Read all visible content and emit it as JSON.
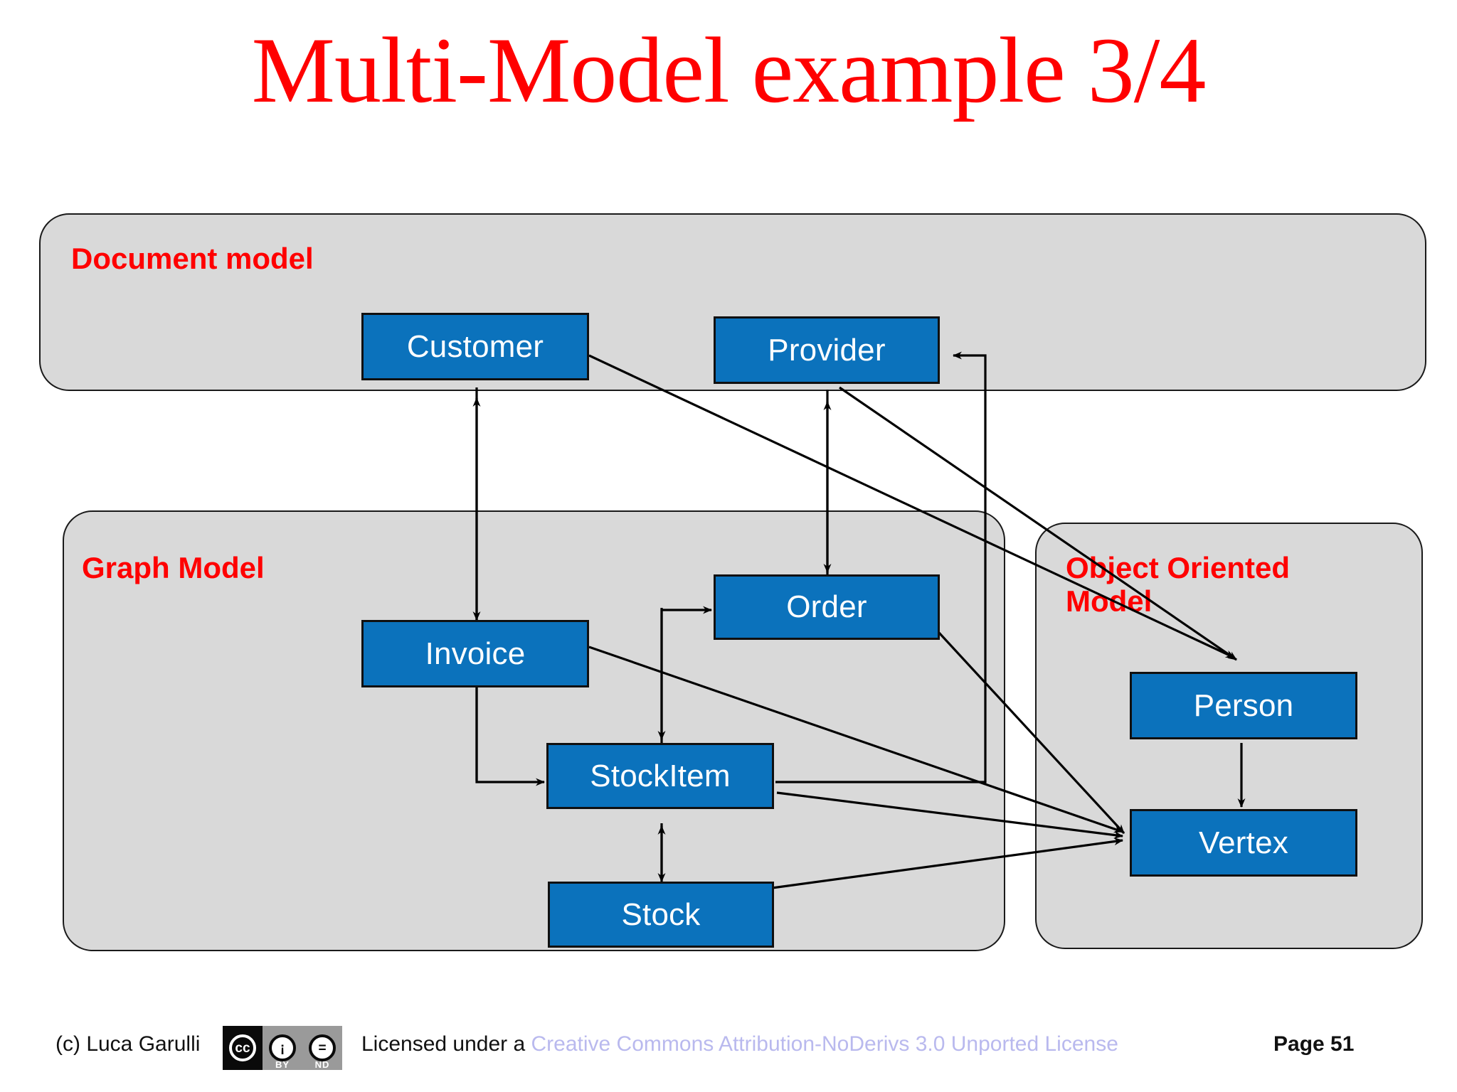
{
  "slide": {
    "title": "Multi-Model example 3/4",
    "title_color": "#FF0000",
    "background": "#FFFFFF"
  },
  "containers": [
    {
      "id": "document",
      "label": "Document model",
      "fill": "#D9D9D9",
      "label_color": "#FF0000"
    },
    {
      "id": "graph",
      "label": "Graph Model",
      "fill": "#D9D9D9",
      "label_color": "#FF0000"
    },
    {
      "id": "object_oriented",
      "label": "Object Oriented Model",
      "fill": "#D9D9D9",
      "label_color": "#FF0000"
    }
  ],
  "entities": [
    {
      "id": "customer",
      "label": "Customer",
      "container": "document",
      "fill": "#0B72BC",
      "text_color": "#FFFFFF"
    },
    {
      "id": "provider",
      "label": "Provider",
      "container": "document",
      "fill": "#0B72BC",
      "text_color": "#FFFFFF"
    },
    {
      "id": "invoice",
      "label": "Invoice",
      "container": "graph",
      "fill": "#0B72BC",
      "text_color": "#FFFFFF"
    },
    {
      "id": "order",
      "label": "Order",
      "container": "graph",
      "fill": "#0B72BC",
      "text_color": "#FFFFFF"
    },
    {
      "id": "stockitem",
      "label": "StockItem",
      "container": "graph",
      "fill": "#0B72BC",
      "text_color": "#FFFFFF"
    },
    {
      "id": "stock",
      "label": "Stock",
      "container": "graph",
      "fill": "#0B72BC",
      "text_color": "#FFFFFF"
    },
    {
      "id": "person",
      "label": "Person",
      "container": "object_oriented",
      "fill": "#0B72BC",
      "text_color": "#FFFFFF"
    },
    {
      "id": "vertex",
      "label": "Vertex",
      "container": "object_oriented",
      "fill": "#0B72BC",
      "text_color": "#FFFFFF"
    }
  ],
  "connections": [
    {
      "from": "invoice",
      "to": "customer",
      "arrow": "single"
    },
    {
      "from": "customer",
      "to": "invoice",
      "arrow": "single"
    },
    {
      "from": "order",
      "to": "provider",
      "arrow": "single"
    },
    {
      "from": "provider",
      "to": "order",
      "arrow": "single"
    },
    {
      "from": "stockitem",
      "to": "provider",
      "arrow": "single"
    },
    {
      "from": "invoice",
      "to": "stockitem",
      "arrow": "single"
    },
    {
      "from": "order",
      "to": "stockitem",
      "arrow": "single"
    },
    {
      "from": "stockitem",
      "to": "stock",
      "arrow": "double"
    },
    {
      "from": "person",
      "to": "vertex",
      "arrow": "single"
    },
    {
      "from": "customer",
      "to": "person",
      "arrow": "single"
    },
    {
      "from": "provider",
      "to": "person",
      "arrow": "single"
    },
    {
      "from": "invoice",
      "to": "vertex",
      "arrow": "single"
    },
    {
      "from": "order",
      "to": "vertex",
      "arrow": "single"
    },
    {
      "from": "stockitem",
      "to": "vertex",
      "arrow": "single"
    },
    {
      "from": "stock",
      "to": "vertex",
      "arrow": "single"
    }
  ],
  "footer": {
    "author": "(c) Luca Garulli",
    "license_prefix": "Licensed under a ",
    "license_link": "Creative Commons Attribution-NoDerivs 3.0 Unported License",
    "license_link_color": "#B9B9EE",
    "page": "Page 51",
    "badge": {
      "cc": "cc",
      "by_symbol": "¡",
      "by_label": "BY",
      "nd_symbol": "=",
      "nd_label": "ND"
    }
  }
}
